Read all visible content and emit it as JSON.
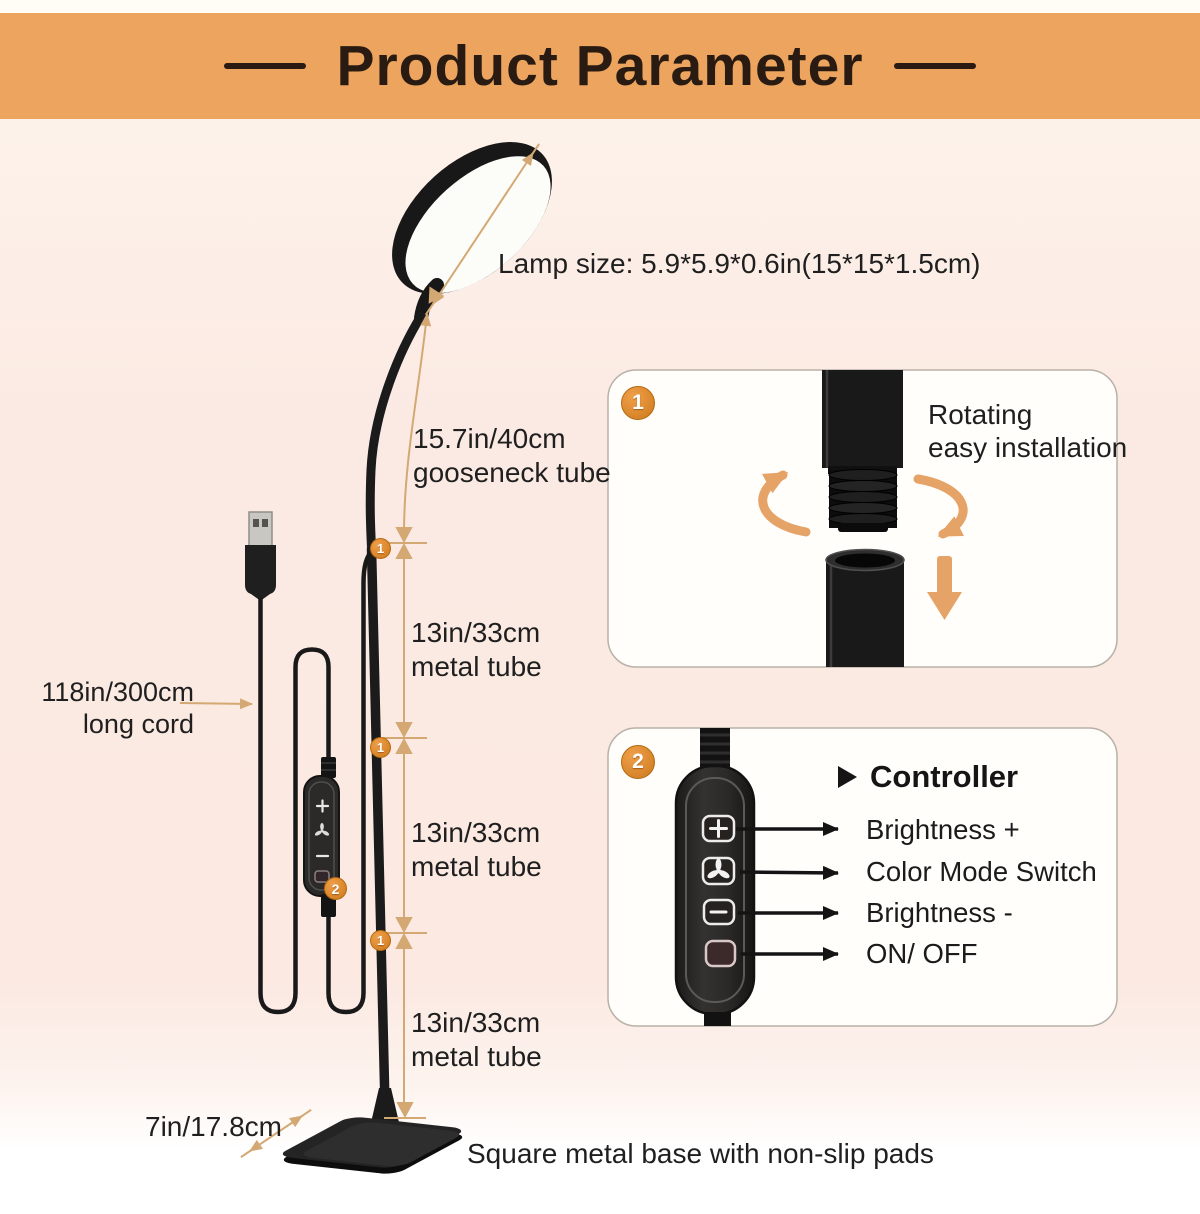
{
  "header": {
    "title": "Product Parameter"
  },
  "lamp_annotations": {
    "lamp_size": "Lamp size: 5.9*5.9*0.6in(15*15*1.5cm)",
    "gooseneck": {
      "line1": "15.7in/40cm",
      "line2": "gooseneck tube"
    },
    "tube_upper": {
      "line1": "13in/33cm",
      "line2": "metal tube"
    },
    "tube_middle": {
      "line1": "13in/33cm",
      "line2": "metal tube"
    },
    "tube_lower": {
      "line1": "13in/33cm",
      "line2": "metal tube"
    },
    "cord": {
      "line1": "118in/300cm",
      "line2": "long cord"
    },
    "base_width": "7in/17.8cm",
    "base_caption": "Square metal base with non-slip pads"
  },
  "markers": {
    "joint": "1",
    "controller": "2"
  },
  "panel_rotation": {
    "badge": "1",
    "caption_line1": "Rotating",
    "caption_line2": "easy installation",
    "icons": [
      "rotate-left-arrow-icon",
      "rotate-right-arrow-icon",
      "down-arrow-icon",
      "threaded-tube-icon",
      "socket-tube-icon"
    ]
  },
  "panel_controller": {
    "badge": "2",
    "title": "Controller",
    "rows": [
      {
        "icon": "plus-icon",
        "label": "Brightness +"
      },
      {
        "icon": "fan-icon",
        "label": "Color Mode Switch"
      },
      {
        "icon": "minus-icon",
        "label": "Brightness -"
      },
      {
        "icon": "power-icon",
        "label": "ON/ OFF"
      }
    ]
  },
  "colors": {
    "header_bg": "#eca45f",
    "accent_orange": "#dd8b31",
    "dimension_tan": "#d3a873",
    "background_pink": "#fbe9e2",
    "lamp_black": "#1b1b1b"
  }
}
